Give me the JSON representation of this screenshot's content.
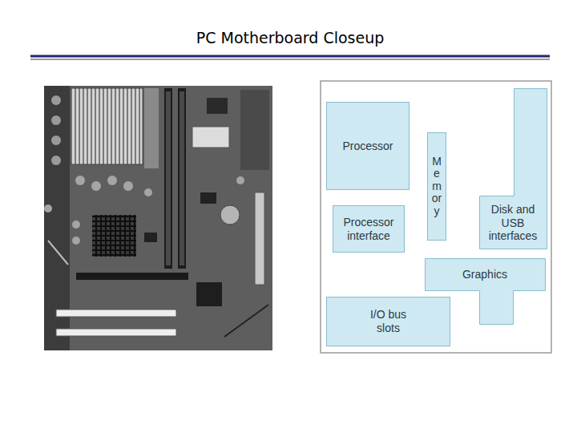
{
  "diagram": {
    "title": "PC Motherboard Closeup",
    "nodes": [
      {
        "text": [
          "Processor"
        ]
      },
      {
        "text": [
          "Memory"
        ]
      },
      {
        "text": [
          "Disk and USB interfaces"
        ]
      },
      {
        "text": [
          "Processor interface"
        ]
      },
      {
        "text": [
          "Graphics"
        ]
      },
      {
        "text": [
          "I/O bus slots"
        ]
      }
    ]
  }
}
